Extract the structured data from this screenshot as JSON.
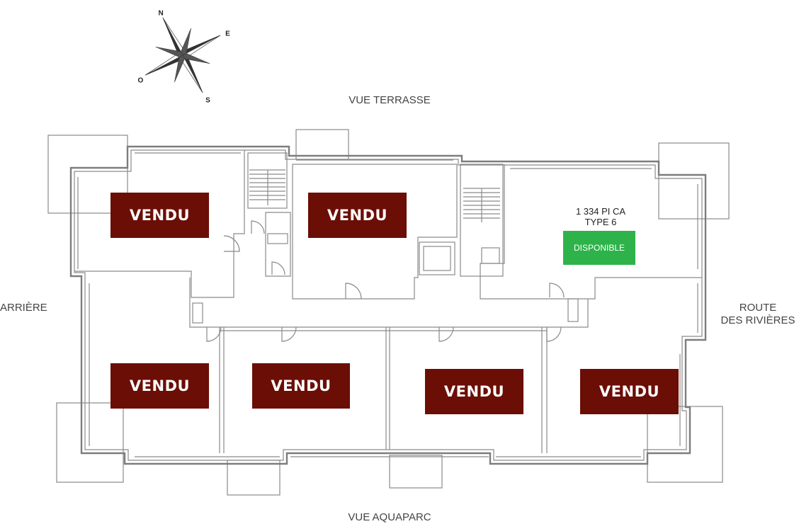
{
  "views": {
    "top": "VUE TERRASSE",
    "bottom": "VUE AQUAPARC",
    "left": "ARRIÈRE",
    "right_line1": "ROUTE",
    "right_line2": "DES RIVIÈRES"
  },
  "compass": {
    "n": "N",
    "e": "E",
    "s": "S",
    "o": "O"
  },
  "units": [
    {
      "status": "VENDU"
    },
    {
      "status": "VENDU"
    },
    {
      "status": "DISPONIBLE",
      "area": "1 334 PI CA",
      "type": "TYPE 6"
    },
    {
      "status": "VENDU"
    },
    {
      "status": "VENDU"
    },
    {
      "status": "VENDU"
    },
    {
      "status": "VENDU"
    }
  ],
  "colors": {
    "sold": "#6b0e06",
    "available": "#2db34a",
    "walls": "#8a8a8a"
  }
}
